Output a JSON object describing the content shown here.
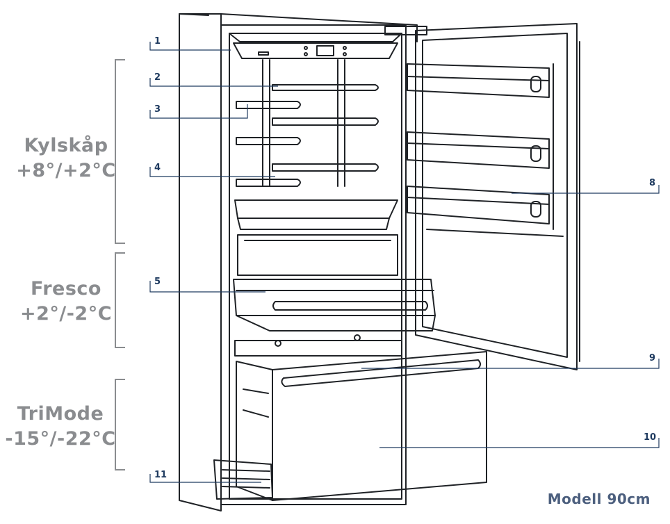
{
  "zones": [
    {
      "name": "Kylskåp",
      "temp": "+8°/+2°C"
    },
    {
      "name": "Fresco",
      "temp": "+2°/-2°C"
    },
    {
      "name": "TriMode",
      "temp": "-15°/-22°C"
    }
  ],
  "callouts": [
    "1",
    "2",
    "3",
    "4",
    "5",
    "8",
    "9",
    "10",
    "11"
  ],
  "model": "Modell 90cm",
  "colors": {
    "line": "#1f2226",
    "zone_text": "#8a8c8f",
    "callout_line": "#1e3a5f",
    "model_text": "#4c5f7e"
  }
}
